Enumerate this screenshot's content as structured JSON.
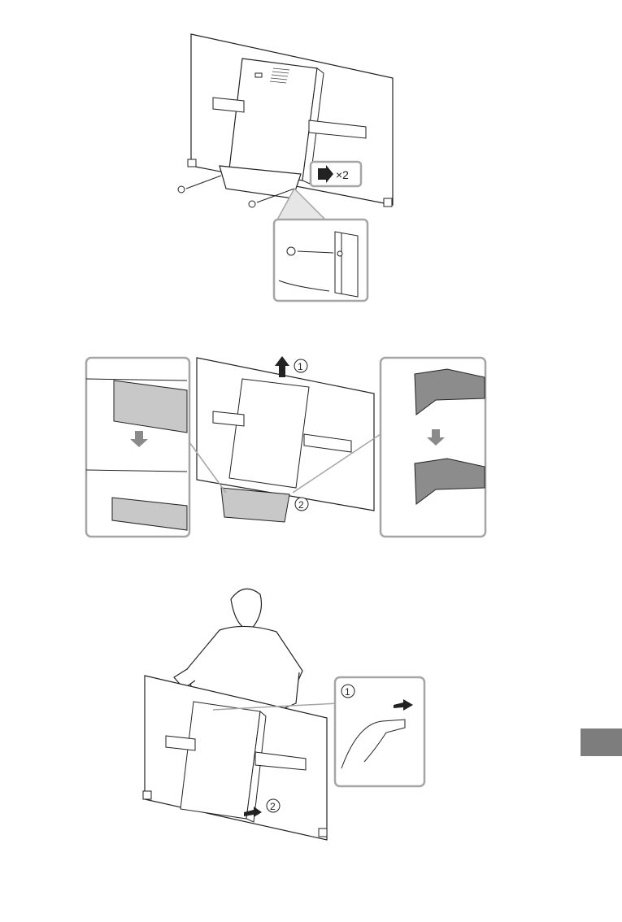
{
  "figure1": {
    "callout_multiplier": "×2",
    "screw_icon": "screw-arrow-icon"
  },
  "figure2": {
    "step1": "1",
    "step2": "2"
  },
  "figure3": {
    "step1": "1",
    "step2": "2"
  },
  "colors": {
    "line": "#222222",
    "callout_border": "#a5a5a5",
    "gray_fill": "#c8c8c8",
    "dark_fill": "#3a3a3a",
    "thumb_tab": "#7d7d7d"
  }
}
